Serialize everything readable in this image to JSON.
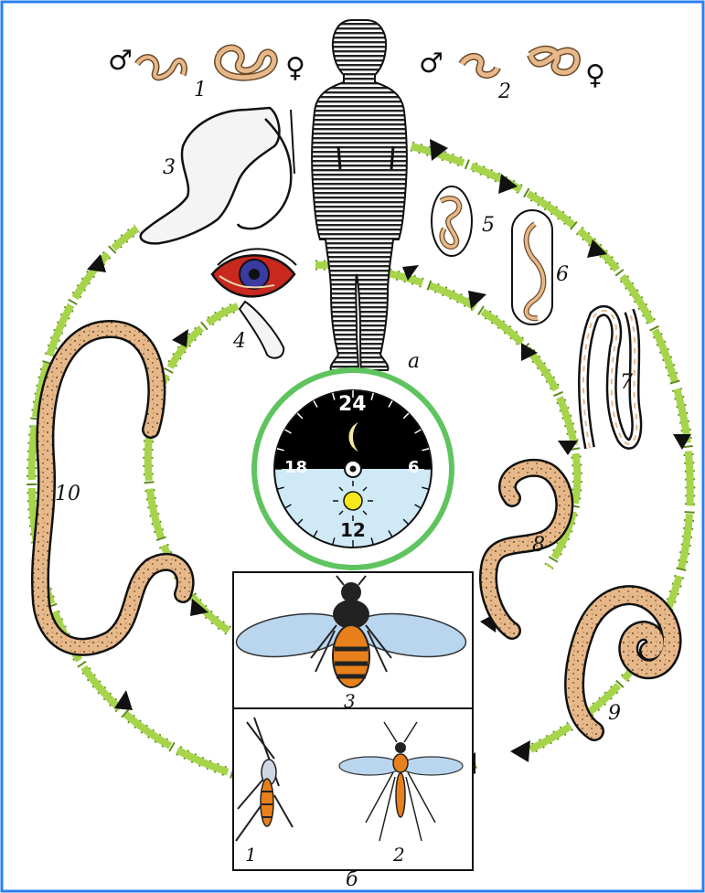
{
  "colors": {
    "frame_blue": "#2a7ff0",
    "cycle_green": "#a6d44a",
    "cycle_dash_dark": "#5d8a1f",
    "worm_tan": "#e7b98a",
    "worm_dark": "#6b4a2a",
    "clock_ring": "#5fc45f",
    "night": "#000000",
    "day": "#cfe9f7",
    "eye_red": "#c8281e",
    "fly_orange": "#e8801c",
    "wing_blue": "#b9d6ee"
  },
  "labels": {
    "n1": "1",
    "n2": "2",
    "n3": "3",
    "n4": "4",
    "n5": "5",
    "n6": "6",
    "n7": "7",
    "n8": "8",
    "n9": "9",
    "n10": "10",
    "a": "а",
    "b": "б",
    "fly3": "3",
    "fly1": "1",
    "fly2": "2"
  },
  "symbols": {
    "male": "♂",
    "female": "♀"
  },
  "clock": {
    "top": "24",
    "left": "18",
    "right": "6",
    "bottom": "12",
    "tick_count": 24
  }
}
